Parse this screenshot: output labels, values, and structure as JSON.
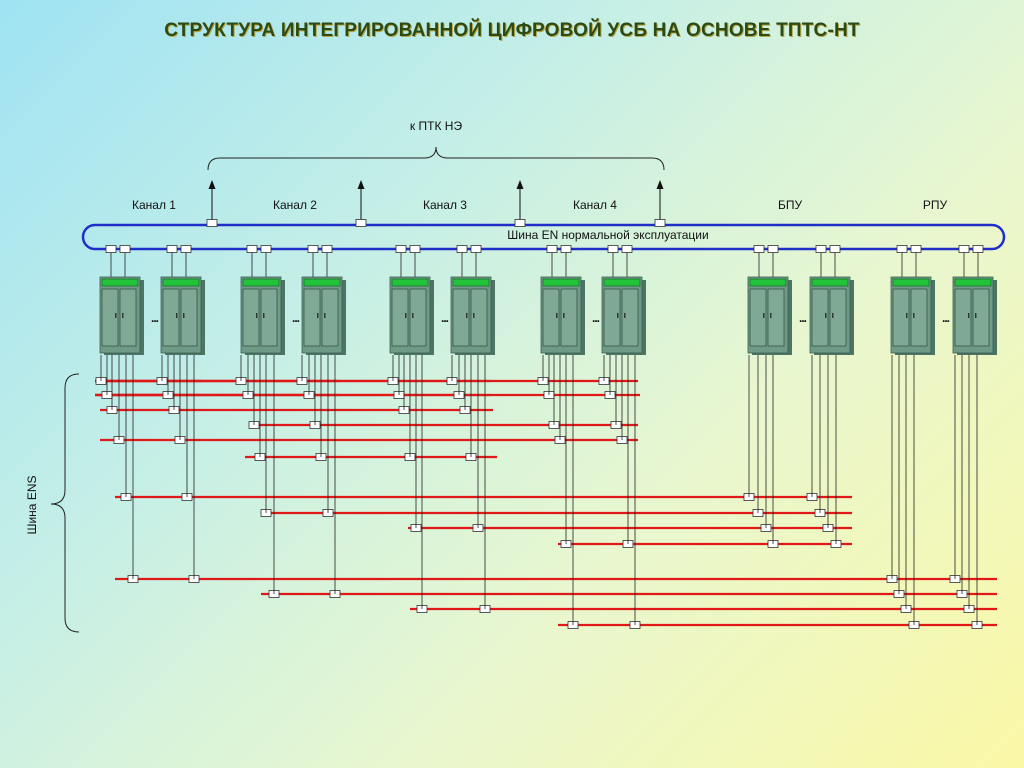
{
  "title": "СТРУКТУРА ИНТЕГРИРОВАННОЙ ЦИФРОВОЙ УСБ НА ОСНОВЕ ТПТС-НТ",
  "diagram": {
    "ptk_label": "к ПТК НЭ",
    "bus_label": "Шина EN нормальной эксплуатации",
    "ens_label": "Шина ENS",
    "ellipsis": "...",
    "channels": [
      {
        "label": "Канал 1"
      },
      {
        "label": "Канал 2"
      },
      {
        "label": "Канал 3"
      },
      {
        "label": "Канал 4"
      },
      {
        "label": "БПУ"
      },
      {
        "label": "РПУ"
      }
    ]
  },
  "colors": {
    "bus": "#1f2fc8",
    "ens_line": "#e01818",
    "cabinet": "#6e9a86",
    "cabinet_top": "#22c23a",
    "title": "#2c4a14"
  }
}
